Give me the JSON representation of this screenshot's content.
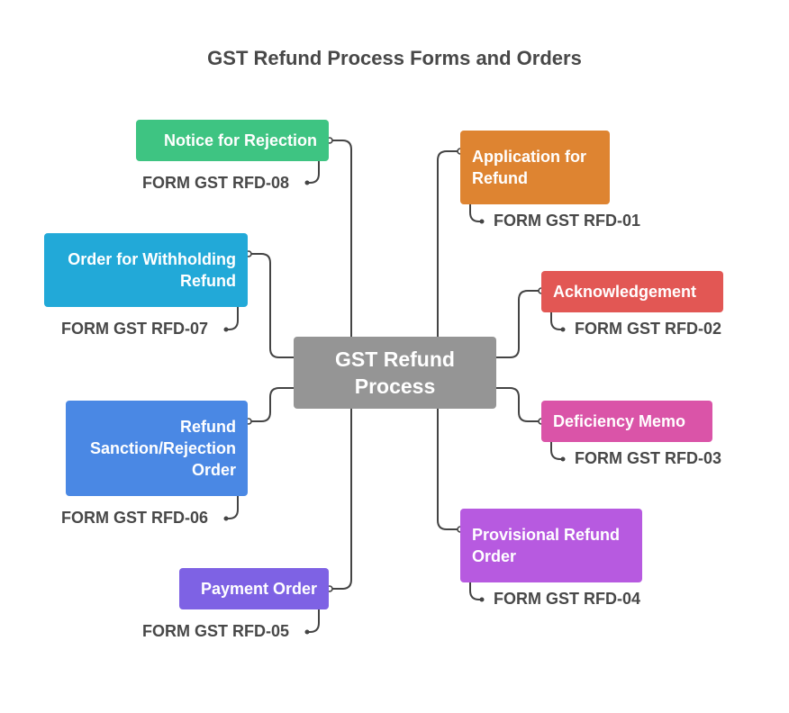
{
  "title": "GST Refund Process Forms and Orders",
  "center": {
    "label": "GST Refund Process",
    "color": "#959595"
  },
  "left_nodes": [
    {
      "label": "Notice for Rejection",
      "form": "FORM GST RFD-08",
      "color": "#3EC482"
    },
    {
      "label": "Order for Withholding Refund",
      "form": "FORM GST RFD-07",
      "color": "#22A9D8"
    },
    {
      "label": "Refund Sanction/Rejection Order",
      "form": "FORM GST RFD-06",
      "color": "#4A88E4"
    },
    {
      "label": "Payment Order",
      "form": "FORM GST RFD-05",
      "color": "#7E62E4"
    }
  ],
  "right_nodes": [
    {
      "label": "Application for Refund",
      "form": "FORM GST RFD-01",
      "color": "#DE8431"
    },
    {
      "label": "Acknowledgement",
      "form": "FORM GST RFD-02",
      "color": "#E25754"
    },
    {
      "label": "Deficiency Memo",
      "form": "FORM GST RFD-03",
      "color": "#DA54A8"
    },
    {
      "label": "Provisional Refund Order",
      "form": "FORM GST RFD-04",
      "color": "#B75AE0"
    }
  ]
}
